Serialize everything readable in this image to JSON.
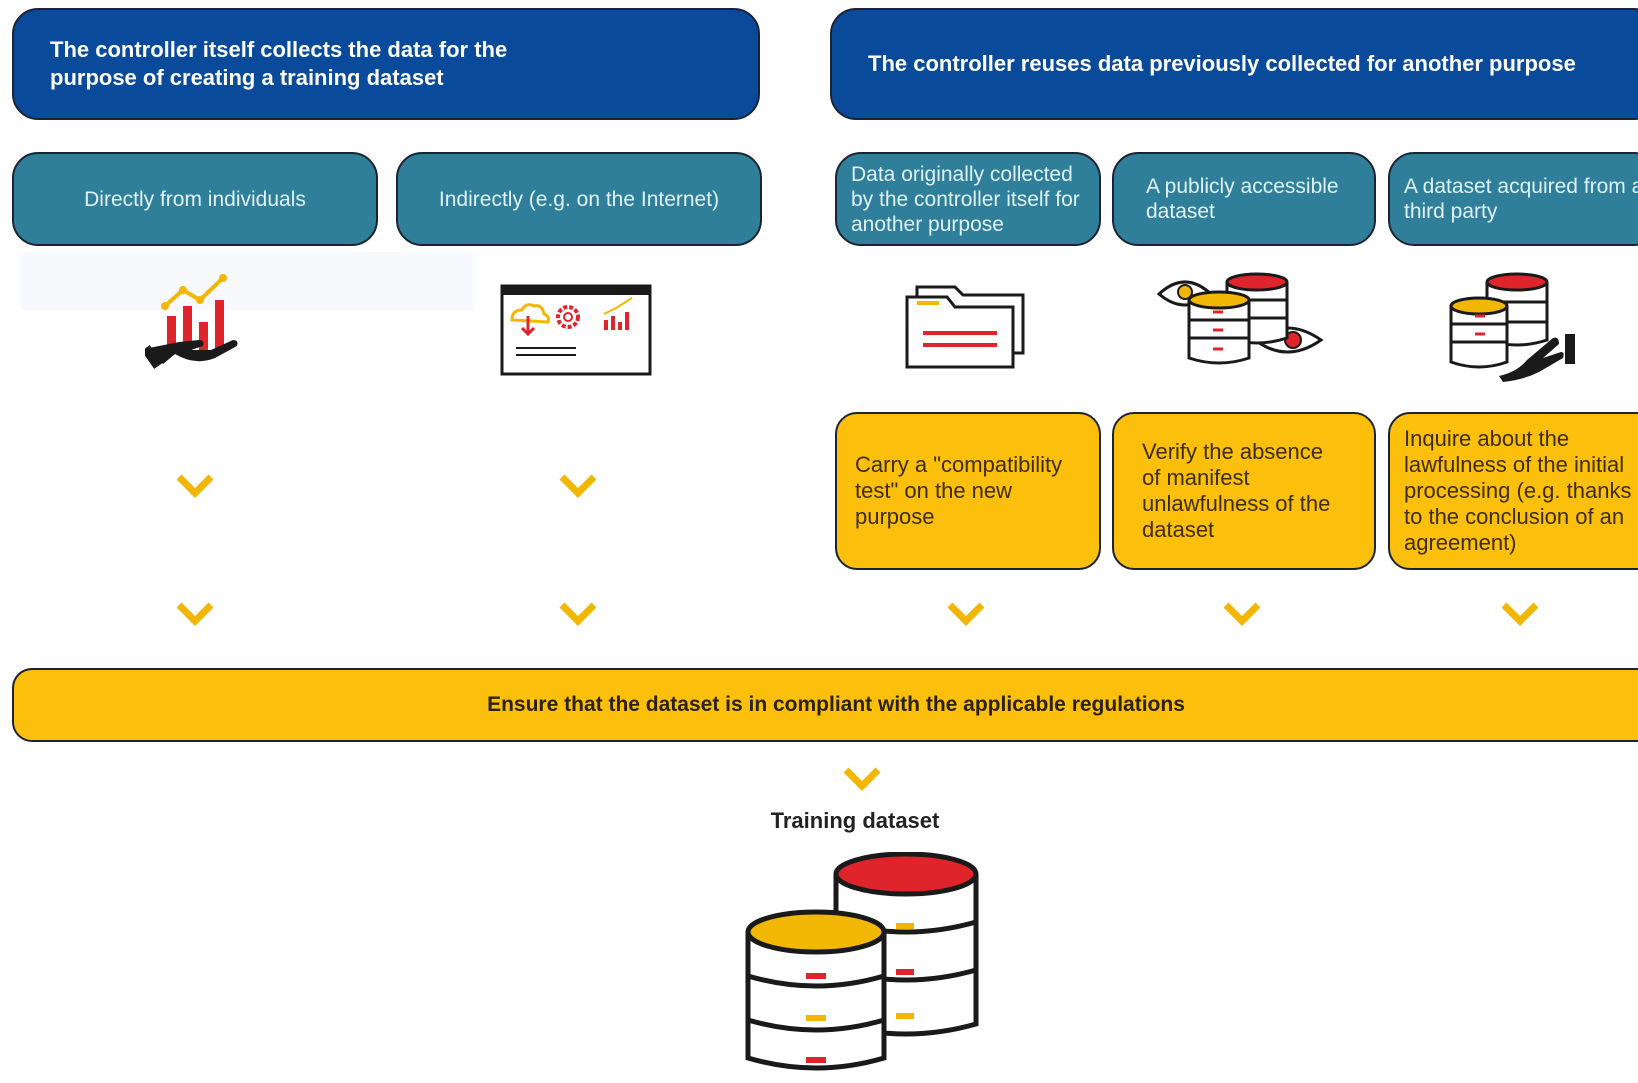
{
  "headers": {
    "left": "The controller itself collects the data for the purpose of creating a training dataset",
    "right": "The controller reuses data previously collected for another purpose"
  },
  "sources": {
    "direct": "Directly from individuals",
    "indirect": "Indirectly (e.g. on the Internet)",
    "original": "Data originally collected by the controller itself for another purpose",
    "public": "A publicly accessible dataset",
    "third_party": "A dataset acquired from a third party"
  },
  "actions": {
    "compatibility": "Carry a \"compatibility test\" on the new purpose",
    "verify": "Verify the absence of manifest unlawfulness of the dataset",
    "inquire": "Inquire about the lawfulness of the initial processing (e.g. thanks to the conclusion of an agreement)"
  },
  "compliance": "Ensure that the dataset is in compliant with the applicable regulations",
  "result": "Training dataset",
  "colors": {
    "header_blue": "#0a4a9a",
    "source_teal": "#2f7f9a",
    "action_yellow": "#fcbf0c",
    "accent_red": "#e0242c"
  },
  "icons": [
    "hand-chart-icon",
    "web-dashboard-icon",
    "folder-icon",
    "eye-database-icon",
    "hand-database-icon",
    "chevron-down-icon",
    "database-stack-icon"
  ]
}
